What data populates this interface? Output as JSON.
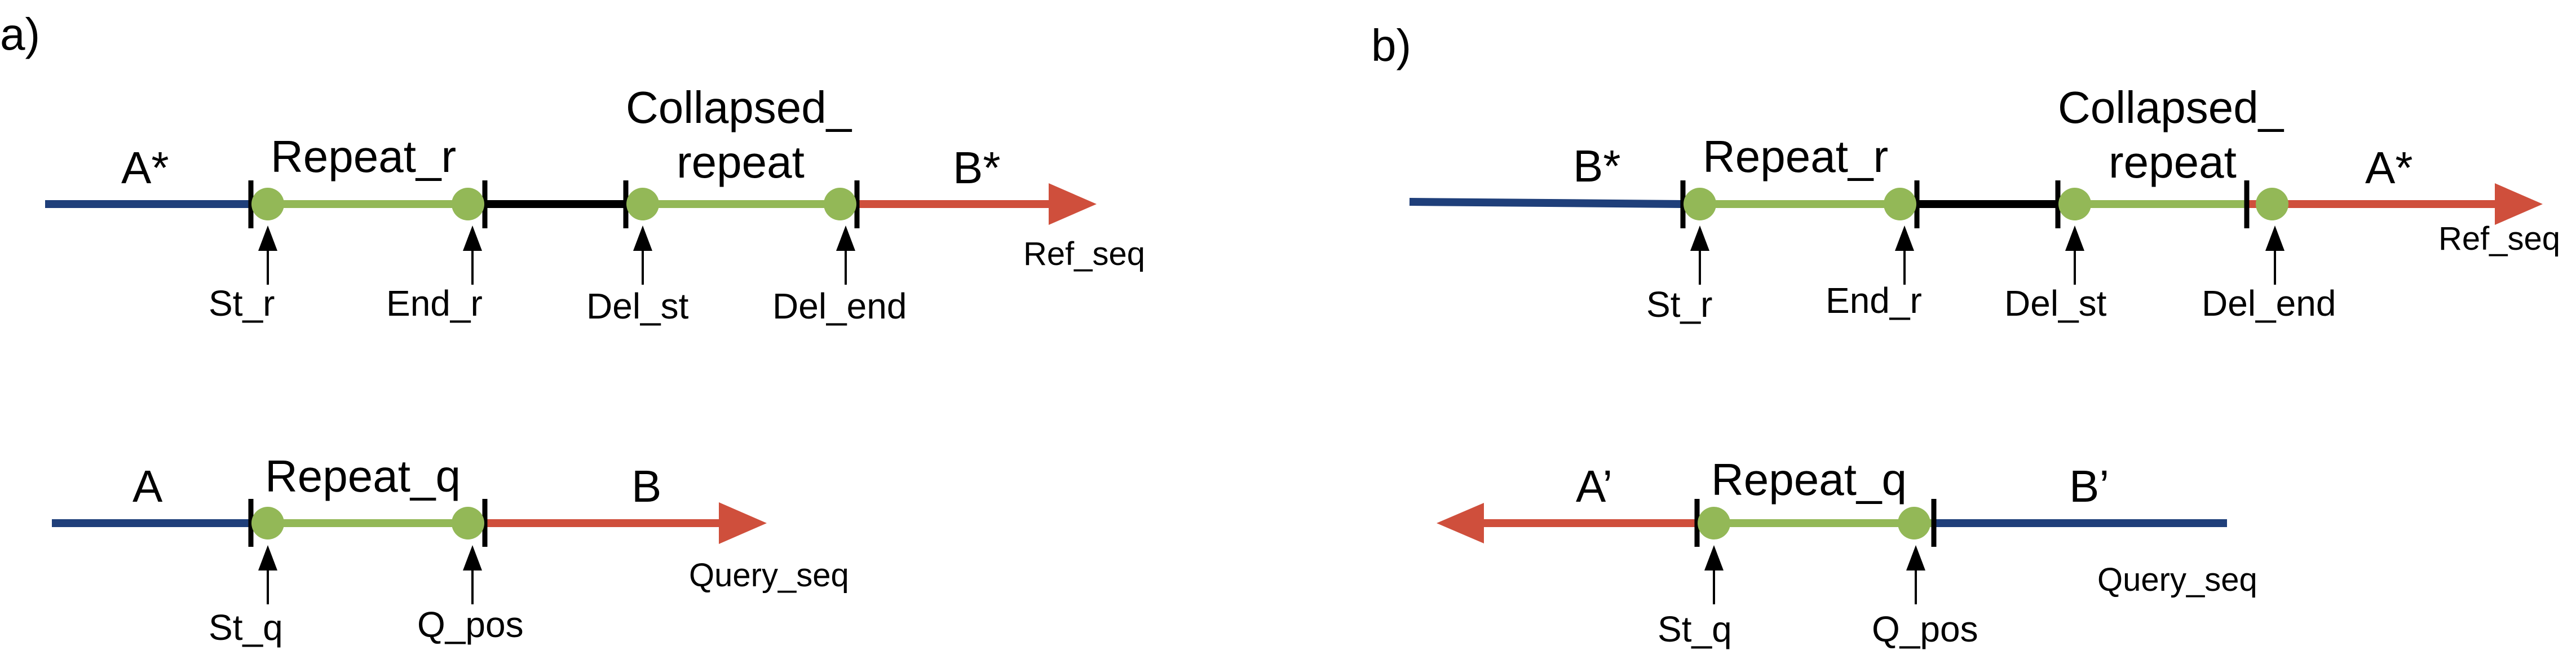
{
  "colors": {
    "blue": "#1f3f7a",
    "green": "#93b857",
    "black": "#000000",
    "red": "#cf4f3c",
    "dot": "#93b857"
  },
  "panel_a": {
    "tag": "a)",
    "ref": {
      "left_label": "A*",
      "repeat_label": "Repeat_r",
      "collapsed_line1": "Collapsed_",
      "collapsed_line2": "repeat",
      "right_label": "B*",
      "seq_label": "Ref_seq",
      "marker_st_r": "St_r",
      "marker_end_r": "End_r",
      "marker_del_st": "Del_st",
      "marker_del_end": "Del_end"
    },
    "query": {
      "left_label": "A",
      "repeat_label": "Repeat_q",
      "right_label": "B",
      "seq_label": "Query_seq",
      "marker_st_q": "St_q",
      "marker_q_pos": "Q_pos"
    }
  },
  "panel_b": {
    "tag": "b)",
    "ref": {
      "left_label": "B*",
      "repeat_label": "Repeat_r",
      "collapsed_line1": "Collapsed_",
      "collapsed_line2": "repeat",
      "right_label": "A*",
      "seq_label": "Ref_seq",
      "marker_st_r": "St_r",
      "marker_end_r": "End_r",
      "marker_del_st": "Del_st",
      "marker_del_end": "Del_end"
    },
    "query": {
      "left_label": "A’",
      "repeat_label": "Repeat_q",
      "right_label": "B’",
      "seq_label": "Query_seq",
      "marker_st_q": "St_q",
      "marker_q_pos": "Q_pos"
    }
  }
}
